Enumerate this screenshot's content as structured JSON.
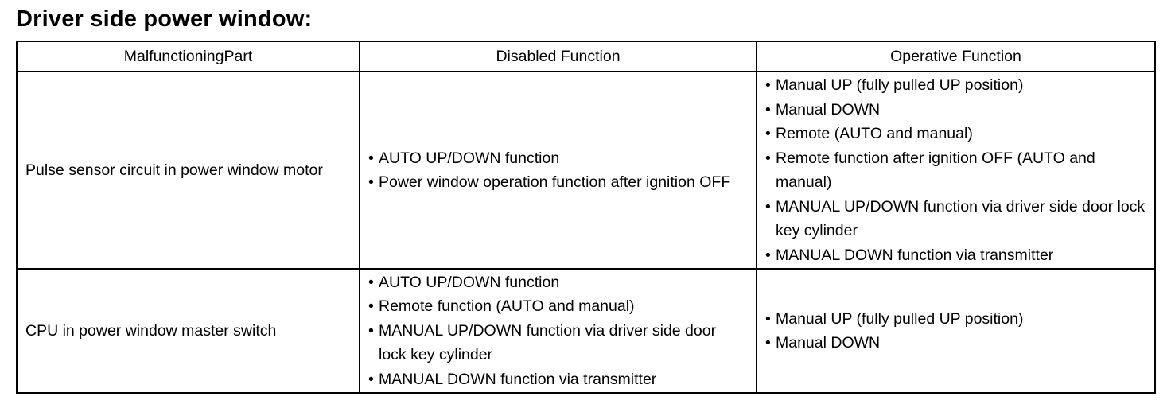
{
  "title": "Driver side power window:",
  "table": {
    "headers": [
      "MalfunctioningPart",
      "Disabled Function",
      "Operative Function"
    ],
    "rows": [
      {
        "part": "Pulse sensor circuit in power window motor",
        "disabled": [
          "AUTO UP/DOWN function",
          "Power window operation function after ignition OFF"
        ],
        "operative": [
          "Manual UP (fully pulled UP position)",
          "Manual DOWN",
          "Remote (AUTO and manual)",
          "Remote function after ignition OFF (AUTO and manual)",
          "MANUAL UP/DOWN function via driver side door lock key cylinder",
          "MANUAL DOWN function via transmitter"
        ]
      },
      {
        "part": "CPU in power window master switch",
        "disabled": [
          "AUTO UP/DOWN function",
          "Remote function (AUTO and manual)",
          "MANUAL UP/DOWN function via driver side door lock key cylinder",
          "MANUAL DOWN function via transmitter"
        ],
        "operative": [
          "Manual UP (fully pulled UP position)",
          "Manual DOWN"
        ]
      }
    ]
  }
}
